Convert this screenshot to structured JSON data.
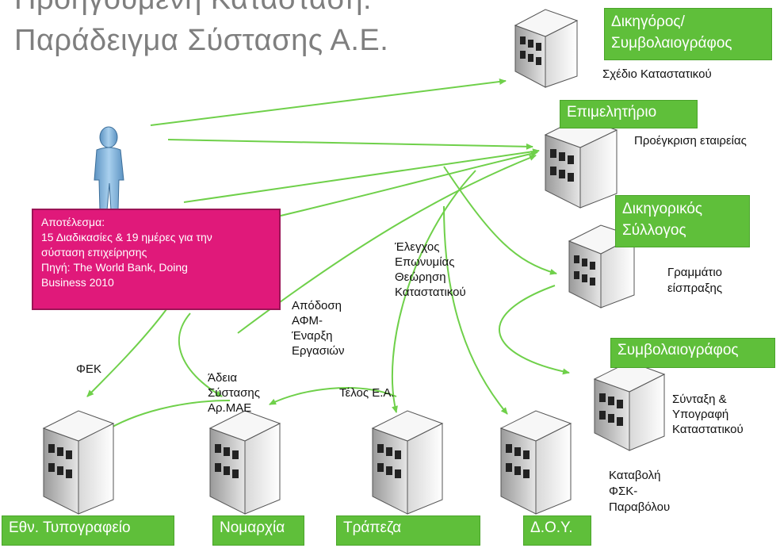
{
  "title": {
    "line1": "Προηγούμενη Κατάσταση:",
    "line2": "Παράδειγμα Σύστασης Α.Ε."
  },
  "entities": {
    "lawyer": {
      "box": "Δικηγόρος/ Συμβολαιογράφος",
      "line1": "Δικηγόρος/",
      "line2": "Συμβολαιογράφος",
      "caption": "Σχέδιο Καταστατικού"
    },
    "chamber": {
      "box": "Επιμελητήριο",
      "caption": "Προέγκριση εταιρείας"
    },
    "bar": {
      "line1": "Δικηγορικός",
      "line2": "Σύλλογος",
      "caption1": "Γραμμάτιο",
      "caption2": "είσπραξης"
    },
    "notary": {
      "box": "Συμβολαιογράφος",
      "caption1": "Σύνταξη &",
      "caption2": "Υπογραφή",
      "caption3": "Καταστατικού"
    },
    "tax": {
      "box": "Δ.Ο.Υ.",
      "caption1": "Καταβολή",
      "caption2": "ΦΣΚ-",
      "caption3": "Παραβόλου"
    },
    "bank": {
      "box": "Τράπεζα",
      "caption": "Τέλος Ε.Α."
    },
    "prefecture": {
      "box": "Νομαρχία",
      "caption1": "Άδεια",
      "caption2": "Σύστασης",
      "caption3": "Αρ.ΜΑΕ"
    },
    "printing": {
      "box": "Εθν. Τυπογραφείο",
      "caption": "ΦΕΚ"
    }
  },
  "middle_labels": {
    "check1": "Έλεγχος",
    "check2": "Επωνυμίας",
    "check3": "Θεώρηση",
    "check4": "Καταστατικού",
    "afm1": "Απόδοση",
    "afm2": "ΑΦΜ-",
    "afm3": "Έναρξη",
    "afm4": "Εργασιών"
  },
  "result": {
    "line1": "Αποτέλεσμα:",
    "line2": "15 Διαδικασίες & 19 ημέρες για την",
    "line3": "σύσταση επιχείρησης",
    "line4": "Πηγή: The World Bank, Doing",
    "line5": "Business 2010"
  },
  "colors": {
    "accent_green": "#5fbf3a",
    "arrow_green": "#6fd04a",
    "result_magenta": "#e0197a",
    "person_blue": "#7fb3d9"
  },
  "icons": [
    "person-icon",
    "building-icon"
  ]
}
